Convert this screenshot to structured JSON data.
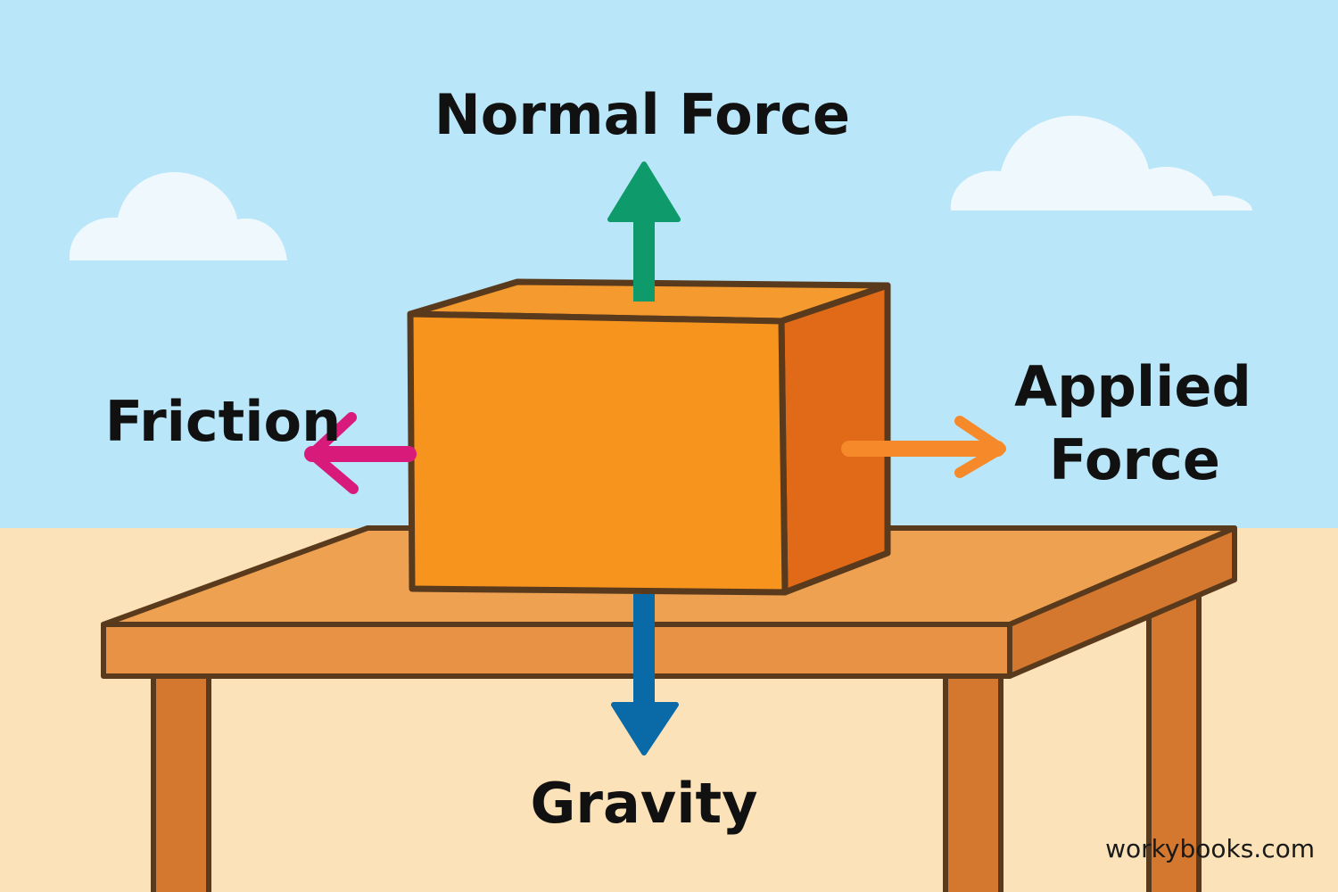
{
  "colors": {
    "sky": "#b9e6f8",
    "floor": "#fbe2b8",
    "cloud": "#eef8fd",
    "box_front": "#f7941d",
    "box_top": "#f59a2e",
    "box_side": "#e06a18",
    "table_top": "#eea151",
    "table_front": "#e89245",
    "table_leg": "#d4782f",
    "outline": "#5a3a1c",
    "normal_force_arrow": "#0e9a6a",
    "gravity_arrow": "#0a6aa8",
    "friction_arrow": "#d81b7b",
    "applied_force_arrow": "#f6892a"
  },
  "labels": {
    "normal_force": "Normal Force",
    "friction": "Friction",
    "applied_line1": "Applied",
    "applied_line2": "Force",
    "gravity": "Gravity"
  },
  "watermark": "workybooks.com"
}
